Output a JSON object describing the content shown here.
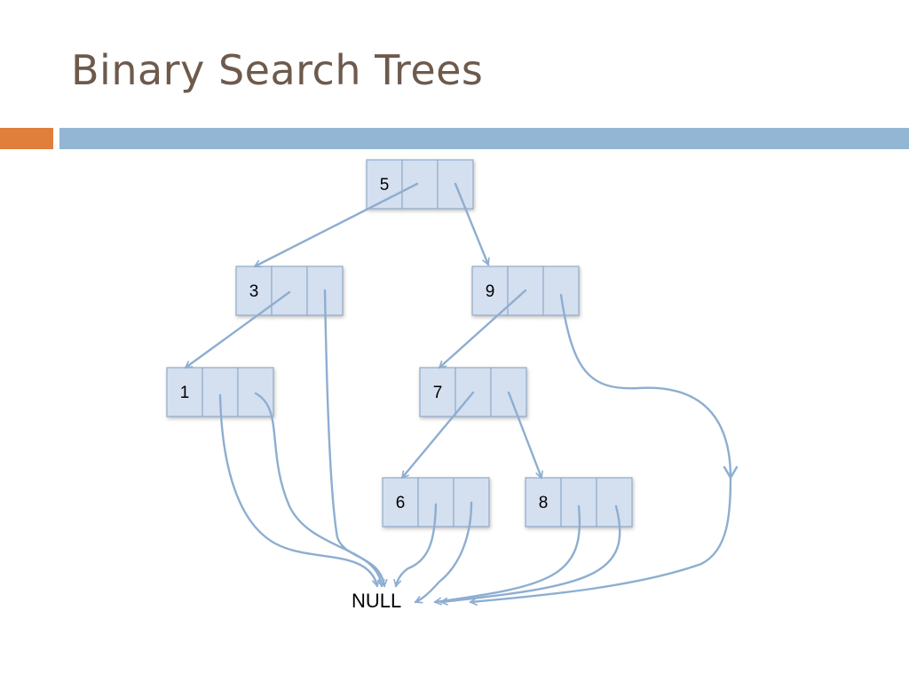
{
  "slide": {
    "title": "Binary Search Trees"
  },
  "tree": {
    "nodes": [
      {
        "id": "n5",
        "label": "5"
      },
      {
        "id": "n3",
        "label": "3"
      },
      {
        "id": "n9",
        "label": "9"
      },
      {
        "id": "n1",
        "label": "1"
      },
      {
        "id": "n7",
        "label": "7"
      },
      {
        "id": "n6",
        "label": "6"
      },
      {
        "id": "n8",
        "label": "8"
      }
    ],
    "null_label": "NULL",
    "edges": [
      {
        "from": "5",
        "side": "left",
        "to": "3"
      },
      {
        "from": "5",
        "side": "right",
        "to": "9"
      },
      {
        "from": "3",
        "side": "left",
        "to": "1"
      },
      {
        "from": "3",
        "side": "right",
        "to": "NULL"
      },
      {
        "from": "9",
        "side": "left",
        "to": "7"
      },
      {
        "from": "9",
        "side": "right",
        "to": "NULL"
      },
      {
        "from": "1",
        "side": "left",
        "to": "NULL"
      },
      {
        "from": "1",
        "side": "right",
        "to": "NULL"
      },
      {
        "from": "7",
        "side": "left",
        "to": "6"
      },
      {
        "from": "7",
        "side": "right",
        "to": "8"
      },
      {
        "from": "6",
        "side": "left",
        "to": "NULL"
      },
      {
        "from": "6",
        "side": "right",
        "to": "NULL"
      },
      {
        "from": "8",
        "side": "left",
        "to": "NULL"
      },
      {
        "from": "8",
        "side": "right",
        "to": "NULL"
      }
    ]
  },
  "colors": {
    "title": "#6e5a4c",
    "accent_orange": "#e07e3c",
    "accent_blue": "#93b6d4",
    "node_fill": "#d4dff0",
    "node_border": "#93abc9",
    "link": "#8eaed0"
  }
}
